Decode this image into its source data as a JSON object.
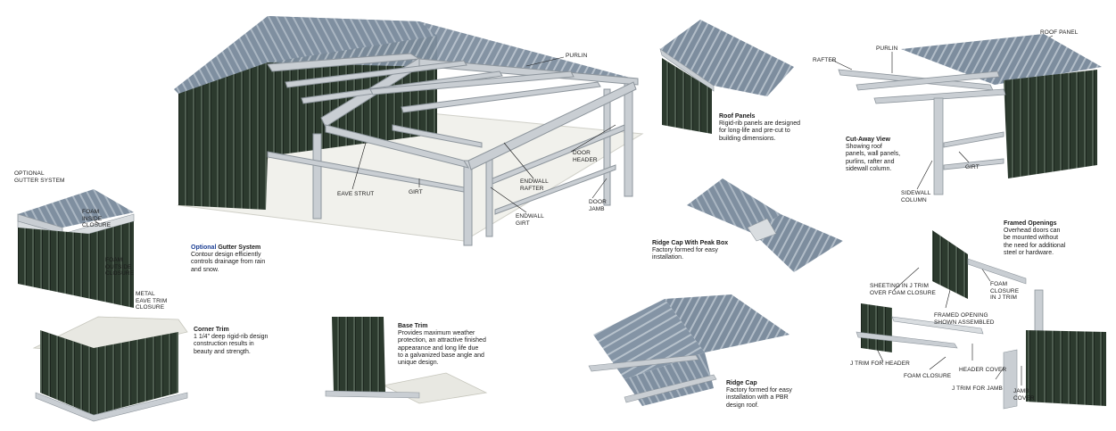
{
  "colors": {
    "wall_panel": "#2c3a2e",
    "wall_rib": "#4e5d50",
    "roof_panel": "#7f8fa0",
    "roof_rib": "#aab6c2",
    "steel": "#c9ced3",
    "steel_dark": "#8d959c",
    "concrete": "#dcdcd4",
    "accent": "#1c3f94"
  },
  "labels": {
    "purlin_main": "PURLIN",
    "door_header": "DOOR\nHEADER",
    "endwall_rafter": "ENDWALL\nRAFTER",
    "eave_strut": "EAVE STRUT",
    "girt_main": "GIRT",
    "door_jamb": "DOOR\nJAMB",
    "endwall_girt": "ENDWALL\nGIRT",
    "optional_gutter_system": "OPTIONAL\nGUTTER SYSTEM",
    "foam_inside_closure": "FOAM\nINSIDE\nCLOSURE",
    "foam_outside_closure": "FOAM\nOUTSIDE\nCLOSURE",
    "metal_eave_trim_closure": "METAL\nEAVE TRIM\nCLOSURE",
    "rafter": "RAFTER",
    "purlin_cutaway": "PURLIN",
    "roof_panel": "ROOF PANEL",
    "girt_cutaway": "GIRT",
    "sidewall_column": "SIDEWALL\nCOLUMN",
    "sheeting_in_j_trim": "SHEETING IN J TRIM\nOVER FOAM CLOSURE",
    "framed_opening_assembled": "FRAMED OPENING\nSHOWN ASSEMBLED",
    "foam_closure_in_j_trim": "FOAM\nCLOSURE\nIN J TRIM",
    "j_trim_for_header": "J TRIM FOR HEADER",
    "foam_closure": "FOAM CLOSURE",
    "header_cover": "HEADER COVER",
    "j_trim_for_jamb": "J TRIM FOR JAMB",
    "jamb_cover": "JAMB\nCOVER"
  },
  "captions": {
    "gutter": {
      "title_hl": "Optional",
      "title": " Gutter System",
      "body": "Contour design efficiently\ncontrols drainage from rain\nand snow."
    },
    "corner_trim": {
      "title": "Corner Trim",
      "body": "1 1/4\" deep rigid-rib design\nconstruction results in\nbeauty and strength."
    },
    "base_trim": {
      "title": "Base Trim",
      "body": "Provides maximum weather\nprotection, an attractive finished\nappearance and long life due\nto a galvanized base angle and\nunique design."
    },
    "roof_panels": {
      "title": "Roof Panels",
      "body": "Rigid-rib panels are designed\nfor long-life and pre-cut to\nbuilding dimensions."
    },
    "ridge_peak_box": {
      "title": "Ridge Cap With Peak Box",
      "body": "Factory formed for easy\ninstallation."
    },
    "ridge_cap": {
      "title": "Ridge Cap",
      "body": "Factory formed for easy\ninstallation with a PBR\ndesign roof."
    },
    "cutaway": {
      "title": "Cut-Away View",
      "body": "Showing roof\npanels, wall panels,\npurlins, rafter and\nsidewall column."
    },
    "framed_openings": {
      "title": "Framed Openings",
      "body": "Overhead doors can\nbe mounted without\nthe need for additional\nsteel or hardware."
    }
  }
}
